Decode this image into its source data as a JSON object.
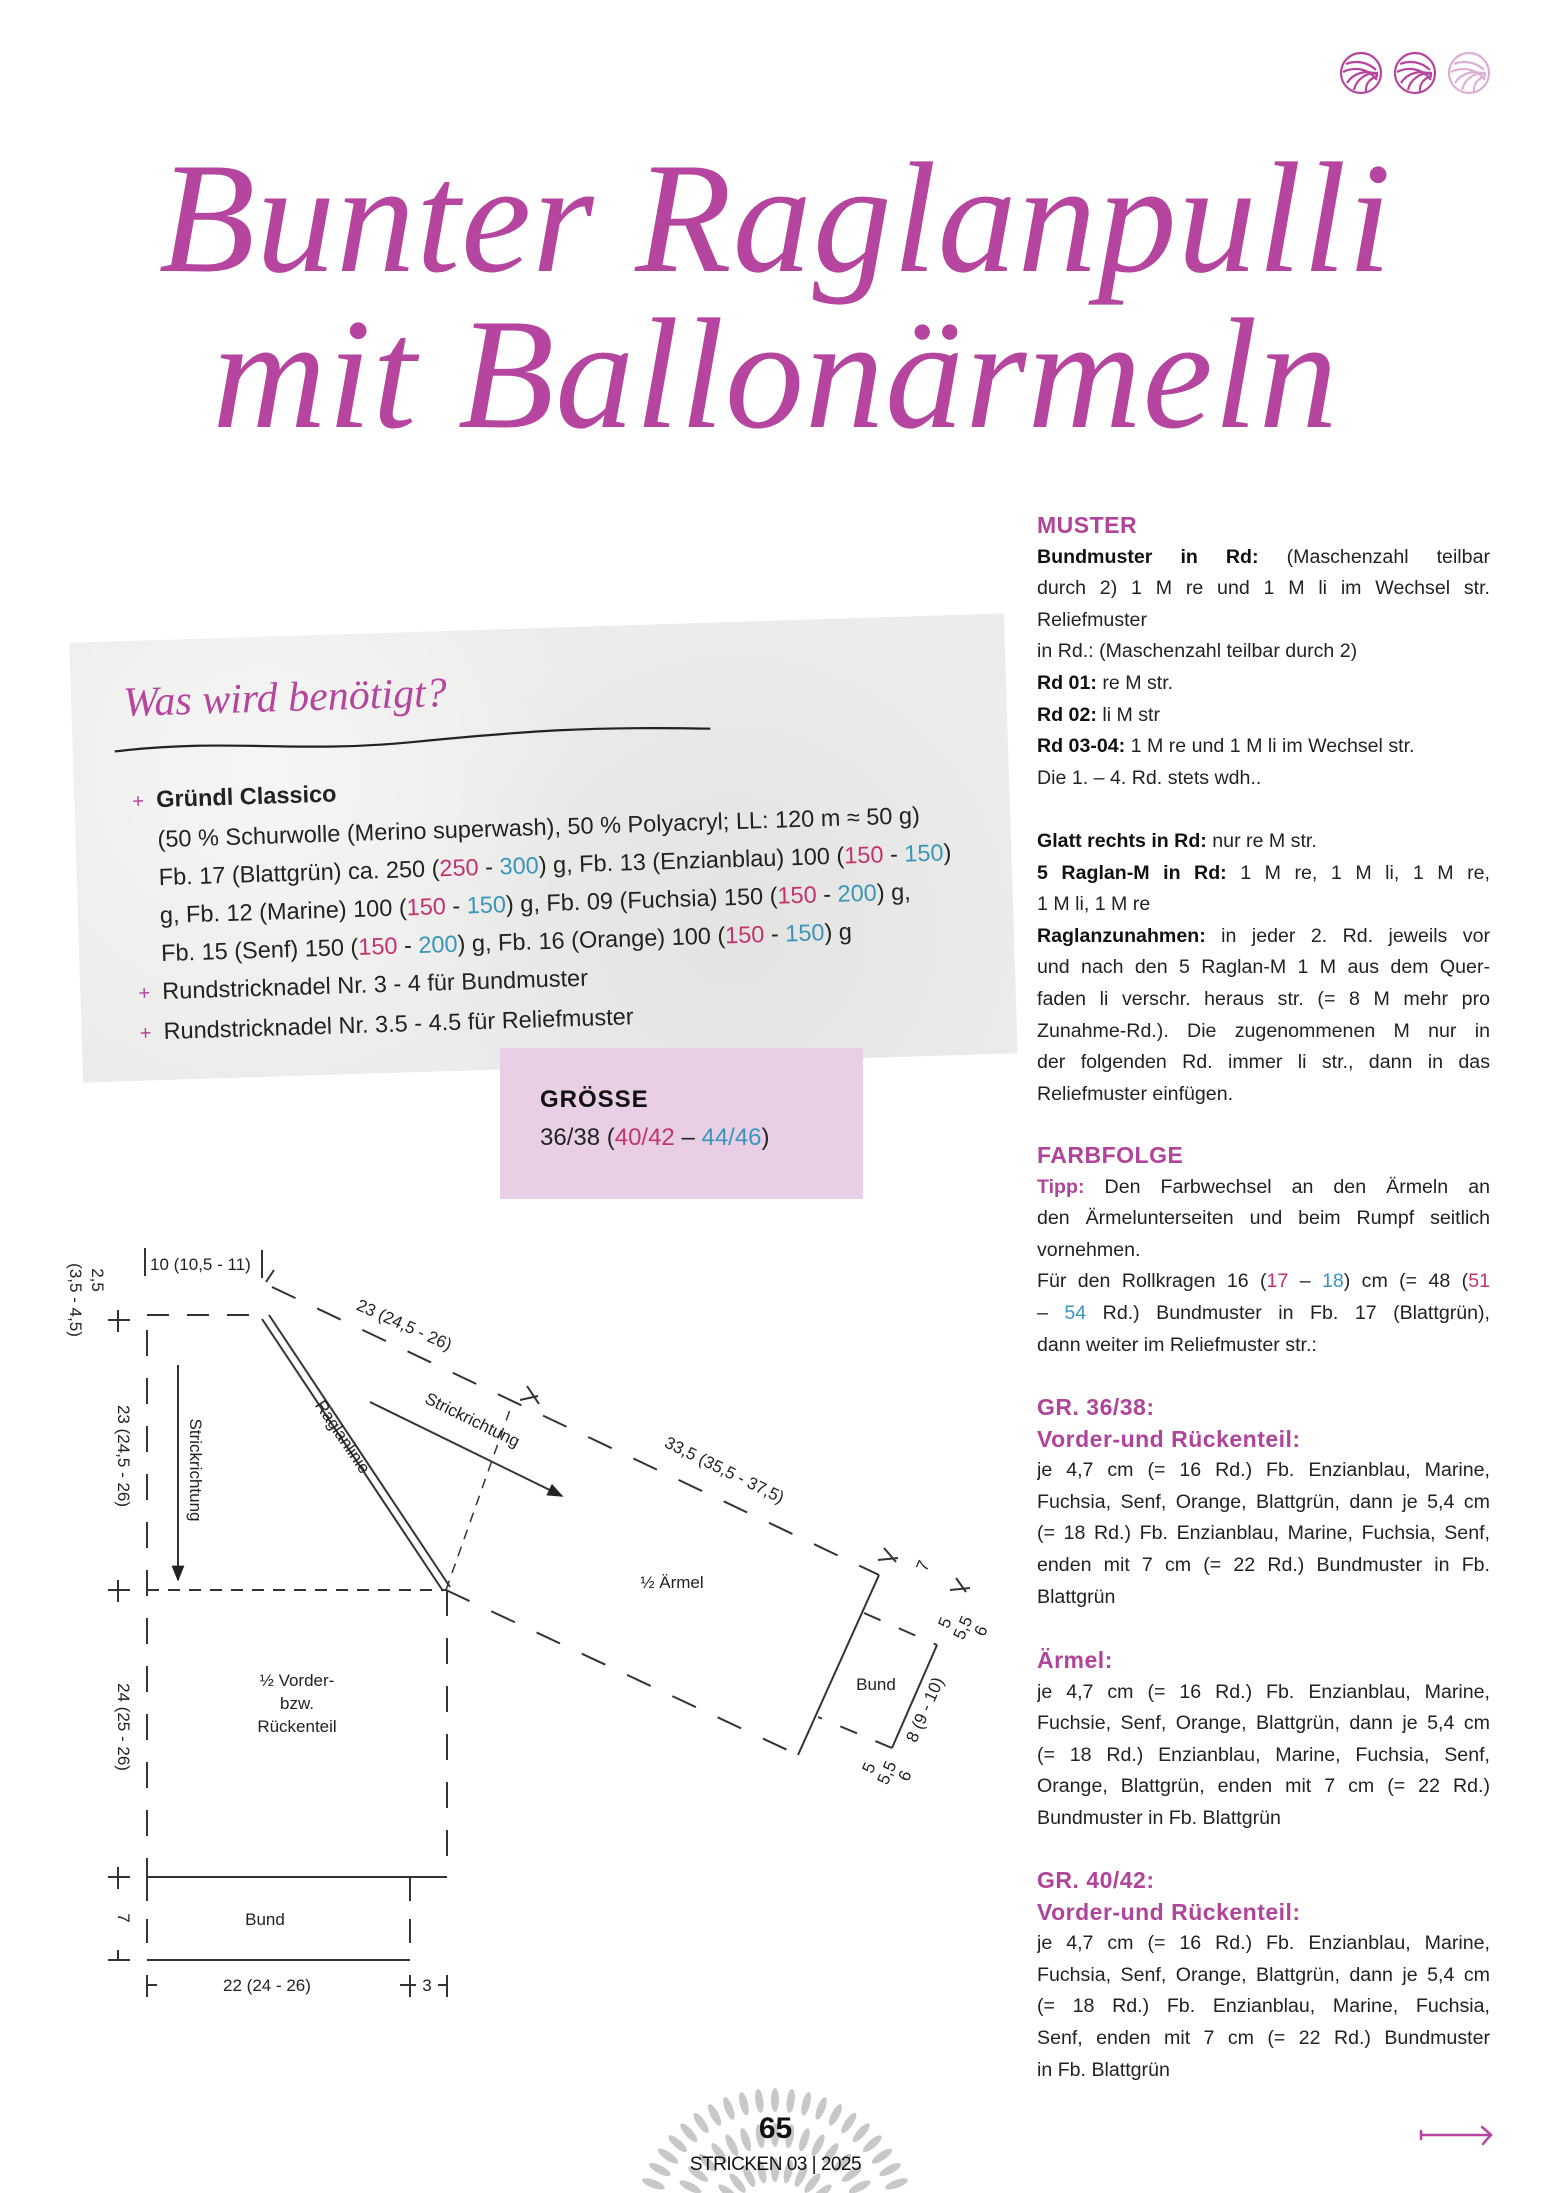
{
  "header": {
    "difficulty": {
      "filled": 2,
      "total": 3,
      "icon": "yarn-ball-icon"
    },
    "title_line1": "Bunter Raglanpulli",
    "title_line2": "mit Ballonärmeln"
  },
  "colors": {
    "accent": "#b5459e",
    "size2": "#c2336f",
    "size3": "#3a95ba",
    "size_box": "#e8cfe6"
  },
  "materials": {
    "title": "Was wird benötigt?",
    "rows": [
      {
        "bullet": "+",
        "segs": [
          {
            "t": "Gründl Classico",
            "s": "b"
          }
        ]
      },
      {
        "bullet": "",
        "segs": [
          {
            "t": "(50 % Schurwolle (Merino superwash), 50 % Polyacryl; LL: 120 m ≈ 50 g)"
          }
        ]
      },
      {
        "bullet": "",
        "segs": [
          {
            "t": "Fb. 17 (Blattgrün) ca. 250 ("
          },
          {
            "t": "250",
            "s": "pk"
          },
          {
            "t": " - "
          },
          {
            "t": "300",
            "s": "cy"
          },
          {
            "t": ") g, Fb. 13 (Enzianblau) 100 ("
          },
          {
            "t": "150",
            "s": "pk"
          },
          {
            "t": " - "
          },
          {
            "t": "150",
            "s": "cy"
          },
          {
            "t": ")"
          }
        ]
      },
      {
        "bullet": "",
        "segs": [
          {
            "t": "g, Fb. 12 (Marine) 100 ("
          },
          {
            "t": "150",
            "s": "pk"
          },
          {
            "t": " - "
          },
          {
            "t": "150",
            "s": "cy"
          },
          {
            "t": ") g, Fb. 09 (Fuchsia) 150 ("
          },
          {
            "t": "150",
            "s": "pk"
          },
          {
            "t": " - "
          },
          {
            "t": "200",
            "s": "cy"
          },
          {
            "t": ") g,"
          }
        ]
      },
      {
        "bullet": "",
        "segs": [
          {
            "t": "Fb. 15 (Senf) 150 ("
          },
          {
            "t": "150",
            "s": "pk"
          },
          {
            "t": " - "
          },
          {
            "t": "200",
            "s": "cy"
          },
          {
            "t": ") g, Fb. 16 (Orange) 100 ("
          },
          {
            "t": "150",
            "s": "pk"
          },
          {
            "t": " - "
          },
          {
            "t": "150",
            "s": "cy"
          },
          {
            "t": ") g"
          }
        ]
      },
      {
        "bullet": "+",
        "segs": [
          {
            "t": "Rundstricknadel Nr. 3 - 4 für Bundmuster"
          }
        ]
      },
      {
        "bullet": "+",
        "segs": [
          {
            "t": "Rundstricknadel Nr. 3.5 - 4.5 für Reliefmuster"
          }
        ]
      }
    ]
  },
  "size": {
    "label": "GRÖSSE",
    "base": "36/38 (",
    "size2": "40/42",
    "sep": " – ",
    "size3": "44/46",
    "close": ")"
  },
  "diagram": {
    "neck_width": "10 (10,5 - 11)",
    "neck_depth_a": "2,5",
    "neck_depth_b": "(3,5 - 4,5)",
    "yoke_height": "23 (24,5 - 26)",
    "knit_direction_body": "Strickrichtung",
    "raglan_line": "Raglanlinie",
    "raglan_length": "23 (24,5 - 26)",
    "knit_direction_sleeve": "Strickrichtung",
    "sleeve_length": "33,5 (35,5 - 37,5)",
    "half_sleeve": "½ Ärmel",
    "sleeve_cuff": "Bund",
    "cuff_height": "7",
    "cuff_side_a": [
      "5",
      "5,5",
      "6"
    ],
    "cuff_width": "8 (9 - 10)",
    "cuff_side_b": [
      "5",
      "5,5",
      "6"
    ],
    "body_height": "24 (25 - 26)",
    "body_label": [
      "½ Vorder-",
      "bzw.",
      "Rückenteil"
    ],
    "body_cuff": "Bund",
    "body_cuff_height": "7",
    "body_width": "22 (24 - 26)",
    "body_side": "3"
  },
  "muster": {
    "heading": "MUSTER",
    "block1": [
      [
        [
          {
            "t": "Bundmuster in Rd:",
            "s": "b"
          },
          {
            "t": " (Maschenzahl teilbar"
          }
        ],
        [
          {
            "t": "durch 2) 1 M re und 1 M li im Wechsel str."
          }
        ],
        [
          {
            "t": "Reliefmuster"
          }
        ]
      ],
      [
        [
          {
            "t": "in Rd.: (Maschenzahl teilbar durch 2)"
          }
        ]
      ],
      [
        [
          {
            "t": "Rd 01:",
            "s": "b"
          },
          {
            "t": " re M str."
          }
        ]
      ],
      [
        [
          {
            "t": "Rd 02:",
            "s": "b"
          },
          {
            "t": " li M str"
          }
        ]
      ],
      [
        [
          {
            "t": "Rd 03-04:",
            "s": "b"
          },
          {
            "t": " 1 M re und 1 M li im Wechsel str."
          }
        ]
      ],
      [
        [
          {
            "t": "Die 1. – 4. Rd. stets wdh.."
          }
        ]
      ]
    ],
    "block2": [
      [
        [
          {
            "t": "Glatt rechts in Rd:",
            "s": "b"
          },
          {
            "t": " nur re M str."
          }
        ]
      ],
      [
        [
          {
            "t": "5 Raglan-M in Rd:",
            "s": "b"
          },
          {
            "t": " 1 M re, 1 M li, 1 M re,"
          }
        ],
        [
          {
            "t": "1 M li, 1 M re"
          }
        ]
      ],
      [
        [
          {
            "t": "Raglanzunahmen:",
            "s": "b"
          },
          {
            "t": " in jeder 2. Rd. jeweils vor"
          }
        ],
        [
          {
            "t": "und nach den 5 Raglan-M 1 M aus dem Quer-"
          }
        ],
        [
          {
            "t": "faden li verschr. heraus str. (= 8 M mehr pro"
          }
        ],
        [
          {
            "t": "Zunahme-Rd.). Die zugenommenen M nur in"
          }
        ],
        [
          {
            "t": "der folgenden Rd. immer li str., dann in das"
          }
        ],
        [
          {
            "t": "Reliefmuster einfügen."
          }
        ]
      ]
    ]
  },
  "farbfolge": {
    "heading": "FARBFOLGE",
    "paras": [
      [
        [
          {
            "t": "Tipp:",
            "s": "bp"
          },
          {
            "t": " Den Farbwechsel an den Ärmeln an"
          }
        ],
        [
          {
            "t": "den Ärmelunterseiten und beim Rumpf seitlich"
          }
        ],
        [
          {
            "t": "vornehmen."
          }
        ]
      ],
      [
        [
          {
            "t": "Für den Rollkragen 16 ("
          },
          {
            "t": "17",
            "s": "pk"
          },
          {
            "t": " – "
          },
          {
            "t": "18",
            "s": "cy"
          },
          {
            "t": ") cm (= 48 ("
          },
          {
            "t": "51",
            "s": "pk"
          }
        ],
        [
          {
            "t": "– "
          },
          {
            "t": "54",
            "s": "cy"
          },
          {
            "t": " Rd.) Bundmuster in Fb. 17 (Blattgrün),"
          }
        ],
        [
          {
            "t": "dann weiter im Reliefmuster str.:"
          }
        ]
      ]
    ]
  },
  "gr36": {
    "heading": "GR. 36/38:",
    "sub": "Vorder-und Rückenteil:",
    "paras": [
      [
        [
          {
            "t": "je 4,7 cm (= 16 Rd.) Fb. Enzianblau, Marine,"
          }
        ],
        [
          {
            "t": "Fuchsia, Senf, Orange, Blattgrün, dann je 5,4 cm"
          }
        ],
        [
          {
            "t": "(= 18 Rd.) Fb. Enzianblau, Marine, Fuchsia, Senf,"
          }
        ],
        [
          {
            "t": "enden mit 7 cm (= 22 Rd.) Bundmuster in Fb."
          }
        ],
        [
          {
            "t": "Blattgrün"
          }
        ]
      ]
    ]
  },
  "aermel": {
    "heading": "Ärmel:",
    "paras": [
      [
        [
          {
            "t": "je 4,7 cm (= 16 Rd.) Fb. Enzianblau, Marine,"
          }
        ],
        [
          {
            "t": "Fuchsie, Senf, Orange, Blattgrün, dann je 5,4 cm"
          }
        ],
        [
          {
            "t": "(= 18 Rd.) Enzianblau, Marine, Fuchsia, Senf,"
          }
        ],
        [
          {
            "t": "Orange, Blattgrün, enden mit 7 cm (= 22 Rd.)"
          }
        ],
        [
          {
            "t": "Bundmuster in Fb. Blattgrün"
          }
        ]
      ]
    ]
  },
  "gr40": {
    "heading": "GR. 40/42:",
    "sub": "Vorder-und Rückenteil:",
    "paras": [
      [
        [
          {
            "t": "je 4,7 cm (= 16 Rd.) Fb. Enzianblau, Marine,"
          }
        ],
        [
          {
            "t": "Fuchsia, Senf, Orange, Blattgrün, dann je 5,4 cm"
          }
        ],
        [
          {
            "t": "(= 18 Rd.) Fb. Enzianblau, Marine, Fuchsia,"
          }
        ],
        [
          {
            "t": "Senf, enden mit 7 cm (= 22 Rd.) Bundmuster"
          }
        ],
        [
          {
            "t": "in Fb. Blattgrün"
          }
        ]
      ]
    ]
  },
  "footer": {
    "page_number": "65",
    "magazine": "STRICKEN 03 | 2025",
    "next_icon": "arrow-right-icon"
  }
}
